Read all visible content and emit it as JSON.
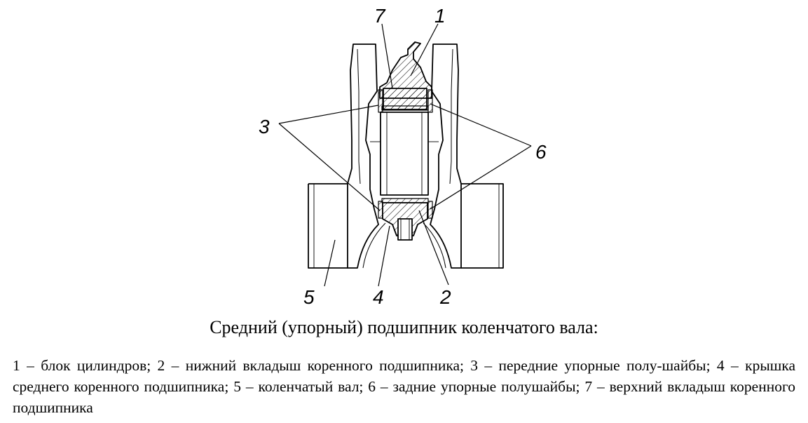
{
  "callouts": {
    "c1": "1",
    "c2": "2",
    "c3": "3",
    "c4": "4",
    "c5": "5",
    "c6": "6",
    "c7": "7"
  },
  "caption": {
    "title": "Средний (упорный) подшипник коленчатого вала:",
    "legend": "1 – блок цилиндров; 2 – нижний вкладыш коренного подшипника; 3 – передние упорные полу-шайбы; 4 – крышка среднего коренного подшипника; 5 – коленчатый вал; 6 – задние упорные полушайбы; 7 – верхний вкладыш коренного подшипника"
  }
}
